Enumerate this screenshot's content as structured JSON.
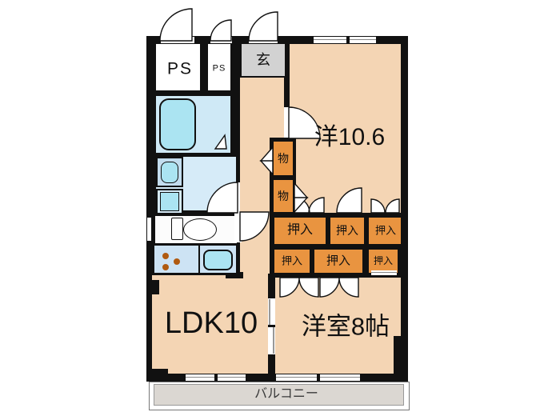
{
  "floorplan": {
    "labels": {
      "ps_large": "PS",
      "ps_small": "PS",
      "entrance": "玄",
      "western_room_large": "洋10.6",
      "storage_1": "物",
      "storage_2": "物",
      "closet": "押入",
      "ldk": "LDK10",
      "western_room_8": "洋室8帖",
      "balcony": "バルコニー"
    },
    "colors": {
      "room_fill": "#f4d5b4",
      "closet_fill": "#e99440",
      "entrance_fill": "#d2d2d2",
      "balcony_fill": "#dbd7d2",
      "bath_fill": "#cfe9f6",
      "washroom_fill": "#d6ebf8",
      "fixture_fill": "#abe4f2",
      "counter_fill": "#cde3f4",
      "wall": "#111111",
      "stove_burner": "#b05a10"
    }
  }
}
